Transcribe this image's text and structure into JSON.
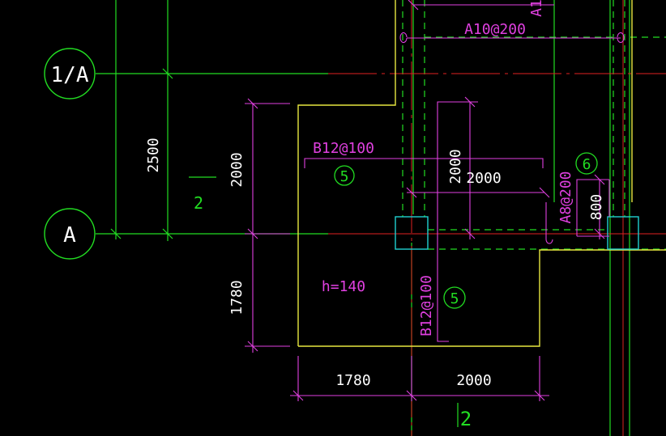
{
  "grid_bubbles": {
    "axis_1a": "1/A",
    "axis_a": "A"
  },
  "dimensions": {
    "axis_spacing": "2500",
    "slab_upper_height": "2000",
    "slab_lower_height": "1780",
    "bottom_left": "1780",
    "bottom_right": "2000",
    "inner_vertical": "2000",
    "inner_horizontal": "2000",
    "small_vertical": "800"
  },
  "rebar_labels": {
    "top_beam": "A10@200",
    "top_beam_vertical": "A1",
    "horizontal_bars": "B12@100",
    "vertical_bars": "B12@100",
    "stirrup": "A8@200"
  },
  "slab": {
    "thickness": "h=140"
  },
  "markers": {
    "bar_5_top": "5",
    "bar_5_lower": "5",
    "bar_6": "6"
  },
  "section_marks": {
    "left": "2",
    "bottom": "2"
  },
  "colors": {
    "background": "#000000",
    "grid_line": "#22dd22",
    "rebar_magenta": "#e040e0",
    "slab_outline": "#e8e840",
    "column_cyan": "#20d0d0",
    "axis_red": "#e02020",
    "text_white": "#ffffff"
  }
}
